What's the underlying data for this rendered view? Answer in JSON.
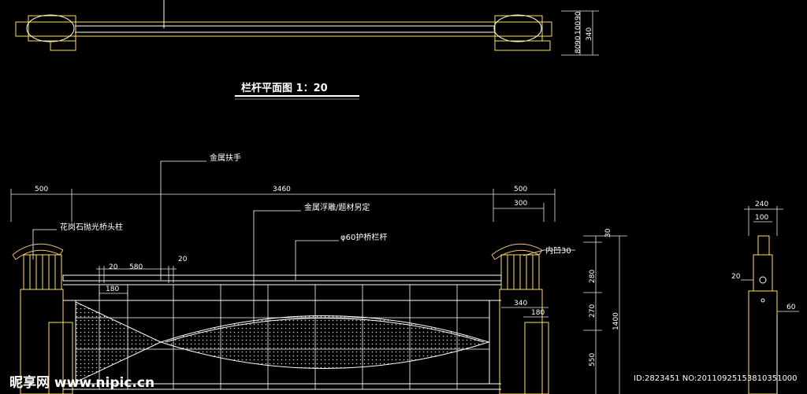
{
  "plan": {
    "title": "栏杆平面图  1：20",
    "dims_side": [
      "80",
      "90",
      "100",
      "90",
      "340"
    ]
  },
  "elevation": {
    "labels": {
      "handrail": "金属扶手",
      "relief": "金属浮雕/题材另定",
      "post": "花岗石抛光桥头柱",
      "rail": "φ60护桥栏杆",
      "recess": "内凹30"
    },
    "dims_top": [
      "500",
      "3460",
      "500",
      "300"
    ],
    "dims_inner": [
      "20",
      "580",
      "20",
      "180",
      "340",
      "180"
    ],
    "dims_right": [
      "30",
      "280",
      "270",
      "550",
      "1400"
    ]
  },
  "section": {
    "dims": [
      "240",
      "100",
      "20",
      "60"
    ]
  },
  "watermark": {
    "logo": "昵享网 www.nipic.cn",
    "id": "ID:2823451 NO:20110925153810351000"
  },
  "colors": {
    "background": "#000000",
    "outline": "#ffe04a",
    "frame": "#f0c070",
    "line": "#ffffff",
    "dimension": "#e8e8e8",
    "hatch": "#cfcfcf"
  }
}
